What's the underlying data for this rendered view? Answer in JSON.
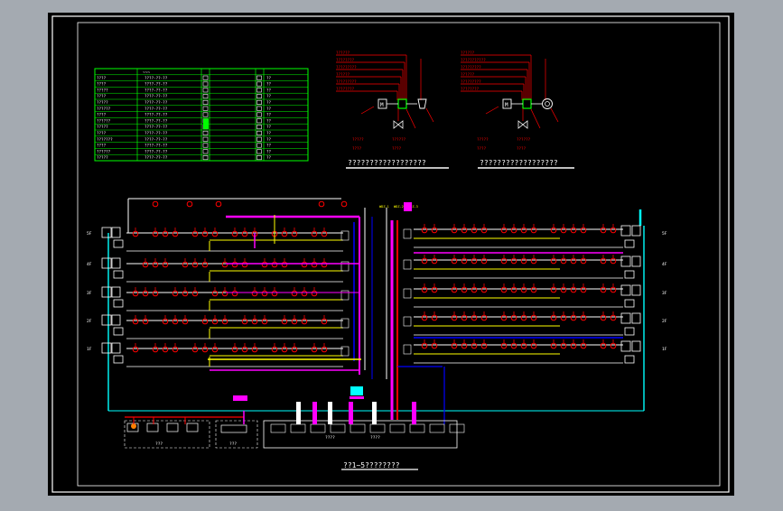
{
  "colors": {
    "background": "#a4aab1",
    "canvas": "#000000",
    "frame": "#ffffff",
    "legend_table": "#00ff00",
    "device": "#ff0000",
    "riser": "#ff00ff",
    "bus_yellow": "#ffff00",
    "bus_blue": "#0000ff",
    "bus_cyan": "#00ffff",
    "line_white": "#ffffff",
    "line_orange": "#ff8000"
  },
  "legend": {
    "header_label": "~~~",
    "rows": [
      {
        "name": "????",
        "code": "????-??-??",
        "qty": "??"
      },
      {
        "name": "????",
        "code": "????-??-??",
        "qty": "??"
      },
      {
        "name": "?????",
        "code": "????-??-??",
        "qty": "??"
      },
      {
        "name": "????",
        "code": "????-??-??",
        "qty": "??"
      },
      {
        "name": "?????",
        "code": "????-??-??",
        "qty": "??"
      },
      {
        "name": "??????",
        "code": "????-??-??",
        "qty": "??"
      },
      {
        "name": "????",
        "code": "????-??-??",
        "qty": "??"
      },
      {
        "name": "??????",
        "code": "????-??-??",
        "qty": "??"
      },
      {
        "name": "?????",
        "code": "????-??-??",
        "qty": "??"
      },
      {
        "name": "????",
        "code": "????-??-??",
        "qty": "??"
      },
      {
        "name": "???????",
        "code": "????-??-??",
        "qty": "??"
      },
      {
        "name": "????",
        "code": "????-??-??",
        "qty": "??"
      },
      {
        "name": "??????",
        "code": "????-??-??",
        "qty": "??"
      },
      {
        "name": "?????",
        "code": "????-??-??",
        "qty": "??"
      }
    ]
  },
  "detail_a": {
    "title": "??????????????????",
    "leader_labels": [
      "??????",
      "????????",
      "?????????",
      "??????",
      "?????????",
      "????????"
    ],
    "bottom_labels": [
      "?????",
      "??????",
      "????",
      "????"
    ]
  },
  "detail_b": {
    "title": "??????????????????",
    "leader_labels": [
      "??????",
      "???????????",
      "?????????",
      "??????",
      "?????????",
      "????????"
    ],
    "bottom_labels": [
      "?????",
      "??????",
      "????",
      "????"
    ]
  },
  "main_title": "??1~5????????",
  "floor_labels": {
    "left": [
      "5F",
      "4F",
      "3F",
      "2F",
      "1F"
    ],
    "right": [
      "5F",
      "4F",
      "3F",
      "2F",
      "1F"
    ]
  },
  "riser_labels": [
    "WDZ-1",
    "WDZ-2",
    "WDZ-3"
  ],
  "control_room": {
    "left_box_label": "???",
    "mid_box_label": "???",
    "main_box_label": "????",
    "main_box_sub": "????"
  }
}
